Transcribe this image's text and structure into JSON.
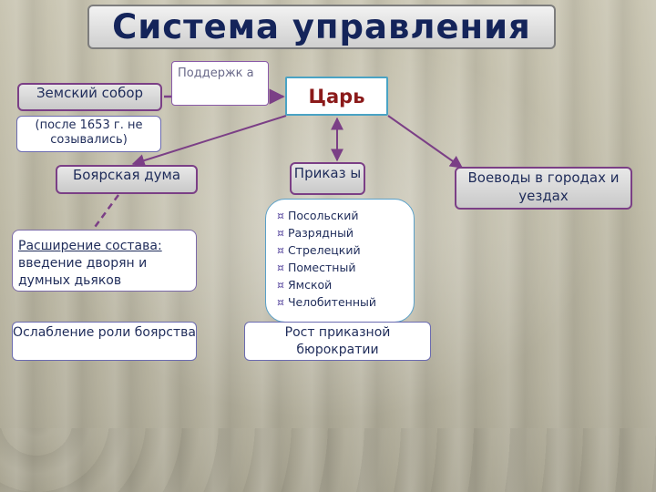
{
  "title": "Система управления",
  "tsar": "Царь",
  "support": "Поддержк а",
  "zemsky": {
    "label": "Земский собор",
    "note": "(после 1653 г. не созывались)"
  },
  "duma": "Боярская дума",
  "prikazy": "Приказ ы",
  "voevody": "Воеводы в городах и уездах",
  "prikazy_list": [
    "Посольский",
    "Разрядный",
    "Стрелецкий",
    "Поместный",
    "Ямской",
    "Челобитенный"
  ],
  "bullet": "¤",
  "expansion": {
    "lead": "Расширение состава:",
    "rest": " введение дворян и думных дьяков"
  },
  "weaken": "Ослабление роли боярства",
  "bureau": "Рост приказной бюрократии",
  "colors": {
    "arrow": "#7b3f86",
    "title_text": "#14245a",
    "tsar_text": "#8b1a1a"
  }
}
